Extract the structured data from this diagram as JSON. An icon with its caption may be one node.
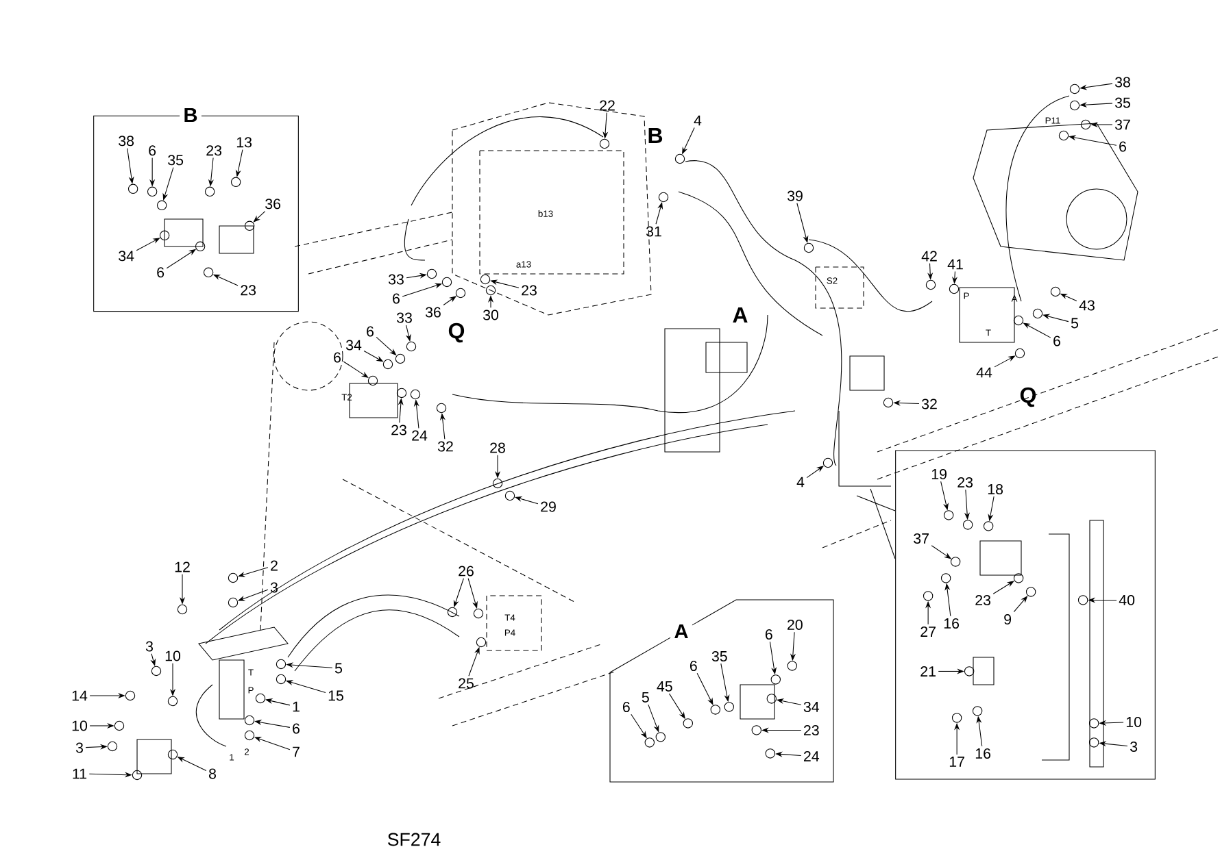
{
  "diagram": {
    "nodes": [
      {
        "text": [
          "B"
        ]
      },
      {
        "text": [
          "A"
        ]
      },
      {
        "text": [],
        "shape": "box"
      },
      {
        "text": [
          "38"
        ],
        "in": 0
      },
      {
        "text": [
          "6"
        ],
        "in": 0
      },
      {
        "text": [
          "35"
        ],
        "in": 0
      },
      {
        "text": [
          "23"
        ],
        "in": 0
      },
      {
        "text": [
          "13"
        ],
        "in": 0
      },
      {
        "text": [
          "36"
        ],
        "in": 0
      },
      {
        "text": [
          "34"
        ],
        "in": 0
      },
      {
        "text": [
          "6"
        ],
        "in": 0
      },
      {
        "text": [
          "23"
        ],
        "in": 0
      },
      {
        "text": [
          "22"
        ]
      },
      {
        "text": [
          "4"
        ]
      },
      {
        "text": [
          "31"
        ]
      },
      {
        "text": [
          "33"
        ]
      },
      {
        "text": [
          "6"
        ]
      },
      {
        "text": [
          "36"
        ]
      },
      {
        "text": [
          "23"
        ]
      },
      {
        "text": [
          "30"
        ]
      },
      {
        "text": [
          "39"
        ]
      },
      {
        "text": [
          "38"
        ]
      },
      {
        "text": [
          "35"
        ]
      },
      {
        "text": [
          "37"
        ]
      },
      {
        "text": [
          "6"
        ]
      },
      {
        "text": [
          "42"
        ]
      },
      {
        "text": [
          "41"
        ]
      },
      {
        "text": [
          "43"
        ]
      },
      {
        "text": [
          "5"
        ]
      },
      {
        "text": [
          "6"
        ]
      },
      {
        "text": [
          "44"
        ]
      },
      {
        "text": [
          "33"
        ]
      },
      {
        "text": [
          "6"
        ]
      },
      {
        "text": [
          "34"
        ]
      },
      {
        "text": [
          "6"
        ]
      },
      {
        "text": [
          "23"
        ]
      },
      {
        "text": [
          "24"
        ]
      },
      {
        "text": [
          "32"
        ]
      },
      {
        "text": [
          "32"
        ]
      },
      {
        "text": [
          "28"
        ]
      },
      {
        "text": [
          "4"
        ]
      },
      {
        "text": [
          "29"
        ]
      },
      {
        "text": [
          "12"
        ]
      },
      {
        "text": [
          "2"
        ]
      },
      {
        "text": [
          "3"
        ]
      },
      {
        "text": [
          "26"
        ]
      },
      {
        "text": [
          "3"
        ]
      },
      {
        "text": [
          "10"
        ]
      },
      {
        "text": [
          "5"
        ]
      },
      {
        "text": [
          "25"
        ]
      },
      {
        "text": [
          "14"
        ]
      },
      {
        "text": [
          "15"
        ]
      },
      {
        "text": [
          "1"
        ]
      },
      {
        "text": [
          "10"
        ]
      },
      {
        "text": [
          "6"
        ]
      },
      {
        "text": [
          "3"
        ]
      },
      {
        "text": [
          "7"
        ]
      },
      {
        "text": [
          "11"
        ]
      },
      {
        "text": [
          "8"
        ]
      },
      {
        "text": [
          "6"
        ],
        "in": 1
      },
      {
        "text": [
          "20"
        ],
        "in": 1
      },
      {
        "text": [
          "35"
        ],
        "in": 1
      },
      {
        "text": [
          "45"
        ],
        "in": 1
      },
      {
        "text": [
          "6"
        ],
        "in": 1
      },
      {
        "text": [
          "5"
        ],
        "in": 1
      },
      {
        "text": [
          "6"
        ],
        "in": 1
      },
      {
        "text": [
          "34"
        ],
        "in": 1
      },
      {
        "text": [
          "23"
        ],
        "in": 1
      },
      {
        "text": [
          "24"
        ],
        "in": 1
      },
      {
        "text": [
          "19"
        ],
        "in": 2
      },
      {
        "text": [
          "23"
        ],
        "in": 2
      },
      {
        "text": [
          "18"
        ],
        "in": 2
      },
      {
        "text": [
          "37"
        ],
        "in": 2
      },
      {
        "text": [
          "40"
        ],
        "in": 2
      },
      {
        "text": [
          "27"
        ],
        "in": 2
      },
      {
        "text": [
          "16"
        ],
        "in": 2
      },
      {
        "text": [
          "23"
        ],
        "in": 2
      },
      {
        "text": [
          "9"
        ],
        "in": 2
      },
      {
        "text": [
          "21"
        ],
        "in": 2
      },
      {
        "text": [
          "10"
        ],
        "in": 2
      },
      {
        "text": [
          "3"
        ],
        "in": 2
      },
      {
        "text": [
          "17"
        ],
        "in": 2
      },
      {
        "text": [
          "16"
        ],
        "in": 2
      },
      {
        "text": [],
        "shape": "circle",
        "in": 0
      },
      {
        "text": [],
        "shape": "circle",
        "in": 0
      },
      {
        "text": [],
        "shape": "circle",
        "in": 0
      },
      {
        "text": [],
        "shape": "circle",
        "in": 0
      },
      {
        "text": [],
        "shape": "circle",
        "in": 0
      },
      {
        "text": [],
        "shape": "circle",
        "in": 0
      },
      {
        "text": [],
        "shape": "circle",
        "in": 0
      },
      {
        "text": [],
        "shape": "circle",
        "in": 0
      },
      {
        "text": [],
        "shape": "circle",
        "in": 0
      },
      {
        "text": [],
        "shape": "circle"
      },
      {
        "text": [],
        "shape": "circle"
      },
      {
        "text": [],
        "shape": "circle"
      },
      {
        "text": [],
        "shape": "circle"
      },
      {
        "text": [],
        "shape": "circle"
      },
      {
        "text": [],
        "shape": "circle"
      },
      {
        "text": [],
        "shape": "circle"
      },
      {
        "text": [],
        "shape": "circle"
      },
      {
        "text": [],
        "shape": "circle"
      },
      {
        "text": [],
        "shape": "circle"
      },
      {
        "text": [],
        "shape": "circle"
      },
      {
        "text": [],
        "shape": "circle"
      },
      {
        "text": [],
        "shape": "circle"
      },
      {
        "text": [],
        "shape": "circle"
      },
      {
        "text": [],
        "shape": "circle"
      },
      {
        "text": [],
        "shape": "circle"
      },
      {
        "text": [],
        "shape": "circle"
      },
      {
        "text": [],
        "shape": "circle"
      },
      {
        "text": [],
        "shape": "circle"
      },
      {
        "text": [],
        "shape": "circle"
      },
      {
        "text": [],
        "shape": "circle"
      },
      {
        "text": [],
        "shape": "circle"
      },
      {
        "text": [],
        "shape": "circle"
      },
      {
        "text": [],
        "shape": "circle"
      },
      {
        "text": [],
        "shape": "circle"
      },
      {
        "text": [],
        "shape": "circle"
      },
      {
        "text": [],
        "shape": "circle"
      },
      {
        "text": [],
        "shape": "circle"
      },
      {
        "text": [],
        "shape": "circle"
      },
      {
        "text": [],
        "shape": "circle"
      },
      {
        "text": [],
        "shape": "circle"
      },
      {
        "text": [],
        "shape": "circle"
      },
      {
        "text": [],
        "shape": "circle"
      },
      {
        "text": [],
        "shape": "circle"
      },
      {
        "text": [],
        "shape": "circle"
      },
      {
        "text": [],
        "shape": "circle"
      },
      {
        "text": [],
        "shape": "circle"
      },
      {
        "text": [],
        "shape": "circle"
      },
      {
        "text": [],
        "shape": "circle"
      },
      {
        "text": [],
        "shape": "circle"
      },
      {
        "text": [],
        "shape": "circle"
      },
      {
        "text": [],
        "shape": "circle"
      },
      {
        "text": [],
        "shape": "circle"
      },
      {
        "text": [],
        "shape": "circle"
      },
      {
        "text": [],
        "shape": "circle"
      },
      {
        "text": [],
        "shape": "circle"
      },
      {
        "text": [],
        "shape": "circle"
      },
      {
        "text": [],
        "shape": "circle"
      },
      {
        "text": [],
        "shape": "circle",
        "in": 1
      },
      {
        "text": [],
        "shape": "circle",
        "in": 1
      },
      {
        "text": [],
        "shape": "circle",
        "in": 1
      },
      {
        "text": [],
        "shape": "circle",
        "in": 1
      },
      {
        "text": [],
        "shape": "circle",
        "in": 1
      },
      {
        "text": [],
        "shape": "circle",
        "in": 1
      },
      {
        "text": [],
        "shape": "circle",
        "in": 1
      },
      {
        "text": [],
        "shape": "circle",
        "in": 1
      },
      {
        "text": [],
        "shape": "circle",
        "in": 1
      },
      {
        "text": [],
        "shape": "circle",
        "in": 1
      },
      {
        "text": [],
        "shape": "circle",
        "in": 2
      },
      {
        "text": [],
        "shape": "circle",
        "in": 2
      },
      {
        "text": [],
        "shape": "circle",
        "in": 2
      },
      {
        "text": [],
        "shape": "circle",
        "in": 2
      },
      {
        "text": [],
        "shape": "circle",
        "in": 2
      },
      {
        "text": [],
        "shape": "circle",
        "in": 2
      },
      {
        "text": [],
        "shape": "circle",
        "in": 2
      },
      {
        "text": [],
        "shape": "circle",
        "in": 2
      },
      {
        "text": [],
        "shape": "circle",
        "in": 2
      },
      {
        "text": [],
        "shape": "circle",
        "in": 2
      },
      {
        "text": [],
        "shape": "circle",
        "in": 2
      },
      {
        "text": [],
        "shape": "circle",
        "in": 2
      },
      {
        "text": [],
        "shape": "circle",
        "in": 2
      },
      {
        "text": [],
        "shape": "circle",
        "in": 2
      }
    ],
    "edges": [
      {
        "from": 3,
        "to": 83,
        "arrow": "to"
      },
      {
        "from": 4,
        "to": 84,
        "arrow": "to"
      },
      {
        "from": 5,
        "to": 85,
        "arrow": "to"
      },
      {
        "from": 6,
        "to": 86,
        "arrow": "to"
      },
      {
        "from": 7,
        "to": 87,
        "arrow": "to"
      },
      {
        "from": 8,
        "to": 88,
        "arrow": "to"
      },
      {
        "from": 9,
        "to": 89,
        "arrow": "to"
      },
      {
        "from": 10,
        "to": 90,
        "arrow": "to"
      },
      {
        "from": 11,
        "to": 91,
        "arrow": "to"
      },
      {
        "from": 12,
        "to": 92,
        "arrow": "to"
      },
      {
        "from": 13,
        "to": 93,
        "arrow": "to"
      },
      {
        "from": 14,
        "to": 94,
        "arrow": "to"
      },
      {
        "from": 15,
        "to": 95,
        "arrow": "to"
      },
      {
        "from": 16,
        "to": 96,
        "arrow": "to"
      },
      {
        "from": 17,
        "to": 97,
        "arrow": "to"
      },
      {
        "from": 18,
        "to": 98,
        "arrow": "to"
      },
      {
        "from": 19,
        "to": 99,
        "arrow": "to"
      },
      {
        "from": 20,
        "to": 100,
        "arrow": "to"
      },
      {
        "from": 21,
        "to": 101,
        "arrow": "to"
      },
      {
        "from": 22,
        "to": 102,
        "arrow": "to"
      },
      {
        "from": 23,
        "to": 103,
        "arrow": "to"
      },
      {
        "from": 24,
        "to": 104,
        "arrow": "to"
      },
      {
        "from": 25,
        "to": 105,
        "arrow": "to"
      },
      {
        "from": 26,
        "to": 106,
        "arrow": "to"
      },
      {
        "from": 27,
        "to": 107,
        "arrow": "to"
      },
      {
        "from": 28,
        "to": 108,
        "arrow": "to"
      },
      {
        "from": 29,
        "to": 109,
        "arrow": "to"
      },
      {
        "from": 30,
        "to": 110,
        "arrow": "to"
      },
      {
        "from": 31,
        "to": 111,
        "arrow": "to"
      },
      {
        "from": 32,
        "to": 112,
        "arrow": "to"
      },
      {
        "from": 33,
        "to": 113,
        "arrow": "to"
      },
      {
        "from": 34,
        "to": 114,
        "arrow": "to"
      },
      {
        "from": 35,
        "to": 115,
        "arrow": "to"
      },
      {
        "from": 36,
        "to": 116,
        "arrow": "to"
      },
      {
        "from": 37,
        "to": 117,
        "arrow": "to"
      },
      {
        "from": 38,
        "to": 118,
        "arrow": "to"
      },
      {
        "from": 39,
        "to": 119,
        "arrow": "to"
      },
      {
        "from": 40,
        "to": 120,
        "arrow": "to"
      },
      {
        "from": 41,
        "to": 121,
        "arrow": "to"
      },
      {
        "from": 42,
        "to": 122,
        "arrow": "to"
      },
      {
        "from": 43,
        "to": 123,
        "arrow": "to"
      },
      {
        "from": 44,
        "to": 124,
        "arrow": "to"
      },
      {
        "from": 45,
        "to": 125,
        "arrow": "to"
      },
      {
        "from": 45,
        "to": 126,
        "arrow": "to"
      },
      {
        "from": 46,
        "to": 127,
        "arrow": "to"
      },
      {
        "from": 47,
        "to": 128,
        "arrow": "to"
      },
      {
        "from": 48,
        "to": 129,
        "arrow": "to"
      },
      {
        "from": 49,
        "to": 130,
        "arrow": "to"
      },
      {
        "from": 50,
        "to": 131,
        "arrow": "to"
      },
      {
        "from": 51,
        "to": 132,
        "arrow": "to"
      },
      {
        "from": 52,
        "to": 133,
        "arrow": "to"
      },
      {
        "from": 53,
        "to": 134,
        "arrow": "to"
      },
      {
        "from": 54,
        "to": 135,
        "arrow": "to"
      },
      {
        "from": 55,
        "to": 136,
        "arrow": "to"
      },
      {
        "from": 56,
        "to": 137,
        "arrow": "to"
      },
      {
        "from": 57,
        "to": 138,
        "arrow": "to"
      },
      {
        "from": 58,
        "to": 139,
        "arrow": "to"
      },
      {
        "from": 59,
        "to": 140,
        "arrow": "to"
      },
      {
        "from": 60,
        "to": 141,
        "arrow": "to"
      },
      {
        "from": 61,
        "to": 142,
        "arrow": "to"
      },
      {
        "from": 62,
        "to": 143,
        "arrow": "to"
      },
      {
        "from": 63,
        "to": 144,
        "arrow": "to"
      },
      {
        "from": 64,
        "to": 145,
        "arrow": "to"
      },
      {
        "from": 65,
        "to": 146,
        "arrow": "to"
      },
      {
        "from": 66,
        "to": 147,
        "arrow": "to"
      },
      {
        "from": 67,
        "to": 148,
        "arrow": "to"
      },
      {
        "from": 68,
        "to": 149,
        "arrow": "to"
      },
      {
        "from": 69,
        "to": 150,
        "arrow": "to"
      },
      {
        "from": 70,
        "to": 151,
        "arrow": "to"
      },
      {
        "from": 71,
        "to": 152,
        "arrow": "to"
      },
      {
        "from": 72,
        "to": 153,
        "arrow": "to"
      },
      {
        "from": 73,
        "to": 154,
        "arrow": "to"
      },
      {
        "from": 74,
        "to": 155,
        "arrow": "to"
      },
      {
        "from": 75,
        "to": 156,
        "arrow": "to"
      },
      {
        "from": 76,
        "to": 157,
        "arrow": "to"
      },
      {
        "from": 77,
        "to": 158,
        "arrow": "to"
      },
      {
        "from": 78,
        "to": 159,
        "arrow": "to"
      },
      {
        "from": 79,
        "to": 160,
        "arrow": "to"
      },
      {
        "from": 80,
        "to": 161,
        "arrow": "to"
      },
      {
        "from": 81,
        "to": 162,
        "arrow": "to"
      },
      {
        "from": 82,
        "to": 163,
        "arrow": "to"
      }
    ],
    "labels": [
      "B",
      "b13",
      "a13",
      "Q",
      "S2",
      "P11",
      "P",
      "A",
      "T",
      "Q",
      "T2",
      "A",
      "T4",
      "P4",
      "T",
      "P",
      "1",
      "2",
      "SF274"
    ]
  }
}
